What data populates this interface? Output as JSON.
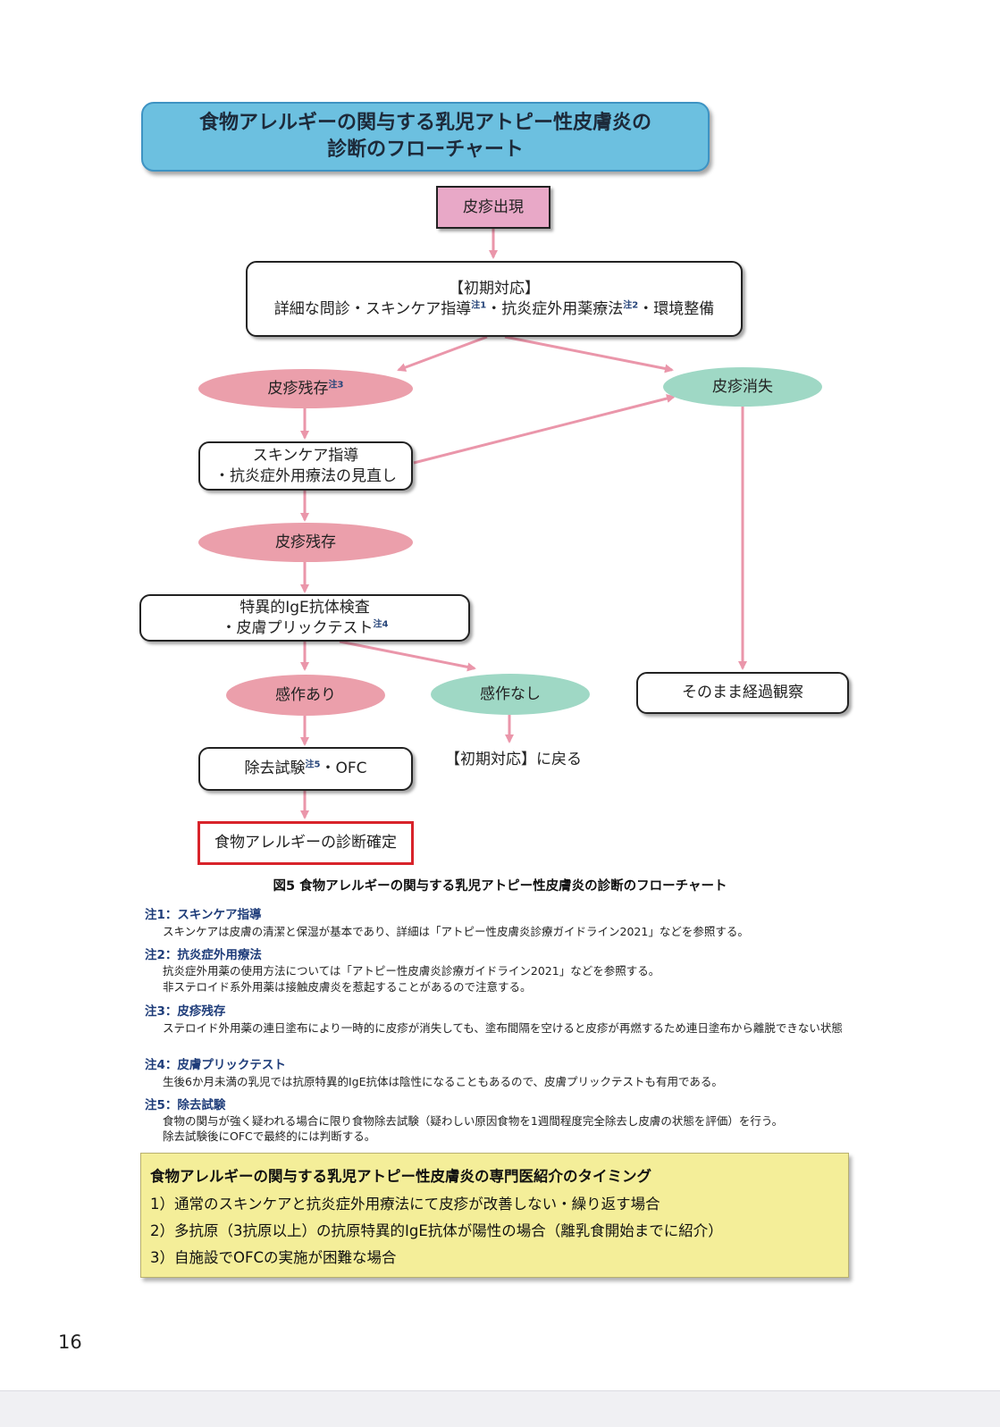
{
  "title": {
    "line1": "食物アレルギーの関与する乳児アトピー性皮膚炎の",
    "line2": "診断のフローチャート"
  },
  "flow": {
    "start": "皮疹出現",
    "initial": {
      "title": "【初期対応】",
      "part1": "詳細な問診・スキンケア指導",
      "note1": "注1",
      "part2": "・抗炎症外用薬療法",
      "note2": "注2",
      "part3": "・環境整備"
    },
    "residual1": {
      "label": "皮疹残存",
      "note": "注3"
    },
    "disappear": "皮疹消失",
    "review": {
      "line1": "スキンケア指導",
      "line2": "・抗炎症外用療法の見直し"
    },
    "residual2": "皮疹残存",
    "test": {
      "line1": "特異的IgE抗体検査",
      "line2": "・皮膚プリックテスト",
      "note": "注4"
    },
    "sensitized": "感作あり",
    "not_sensitized": "感作なし",
    "observe": "そのまま経過観察",
    "return_initial": "【初期対応】に戻る",
    "elimination": {
      "part1": "除去試験",
      "note": "注5",
      "part2": "・OFC"
    },
    "confirmed": "食物アレルギーの診断確定"
  },
  "caption": "図5  食物アレルギーの関与する乳児アトピー性皮膚炎の診断のフローチャート",
  "notes": [
    {
      "heading": "注1：スキンケア指導",
      "lines": [
        "スキンケアは皮膚の清潔と保湿が基本であり、詳細は「アトピー性皮膚炎診療ガイドライン2021」などを参照する。"
      ]
    },
    {
      "heading": "注2：抗炎症外用療法",
      "lines": [
        "抗炎症外用薬の使用方法については「アトピー性皮膚炎診療ガイドライン2021」などを参照する。",
        "非ステロイド系外用薬は接触皮膚炎を惹起することがあるので注意する。"
      ]
    },
    {
      "heading": "注3：皮疹残存",
      "lines": [
        "ステロイド外用薬の連日塗布により一時的に皮疹が消失しても、塗布間隔を空けると皮疹が再燃するため連日塗布から離脱できない状態"
      ]
    },
    {
      "heading": "注4：皮膚プリックテスト",
      "lines": [
        "生後6か月未満の乳児では抗原特異的IgE抗体は陰性になることもあるので、皮膚プリックテストも有用である。"
      ]
    },
    {
      "heading": "注5：除去試験",
      "lines": [
        "食物の関与が強く疑われる場合に限り食物除去試験（疑わしい原因食物を1週間程度完全除去し皮膚の状態を評価）を行う。",
        "除去試験後にOFCで最終的には判断する。"
      ]
    }
  ],
  "referral": {
    "title": "食物アレルギーの関与する乳児アトピー性皮膚炎の専門医紹介のタイミング",
    "items": [
      "1）通常のスキンケアと抗炎症外用療法にて皮疹が改善しない・繰り返す場合",
      "2）多抗原（3抗原以上）の抗原特異的IgE抗体が陽性の場合（離乳食開始までに紹介）",
      "3）自施設でOFCの実施が困難な場合"
    ]
  },
  "page_number": "16",
  "colors": {
    "title_bg": "#6cc0e0",
    "pink": "#eb9fab",
    "green": "#9fd8c5",
    "start_bg": "#e8a8c7",
    "arrow": "#ea96aa",
    "confirm_border": "#d8232a",
    "note_heading": "#1f3d7a",
    "referral_bg": "#f4ee99"
  }
}
